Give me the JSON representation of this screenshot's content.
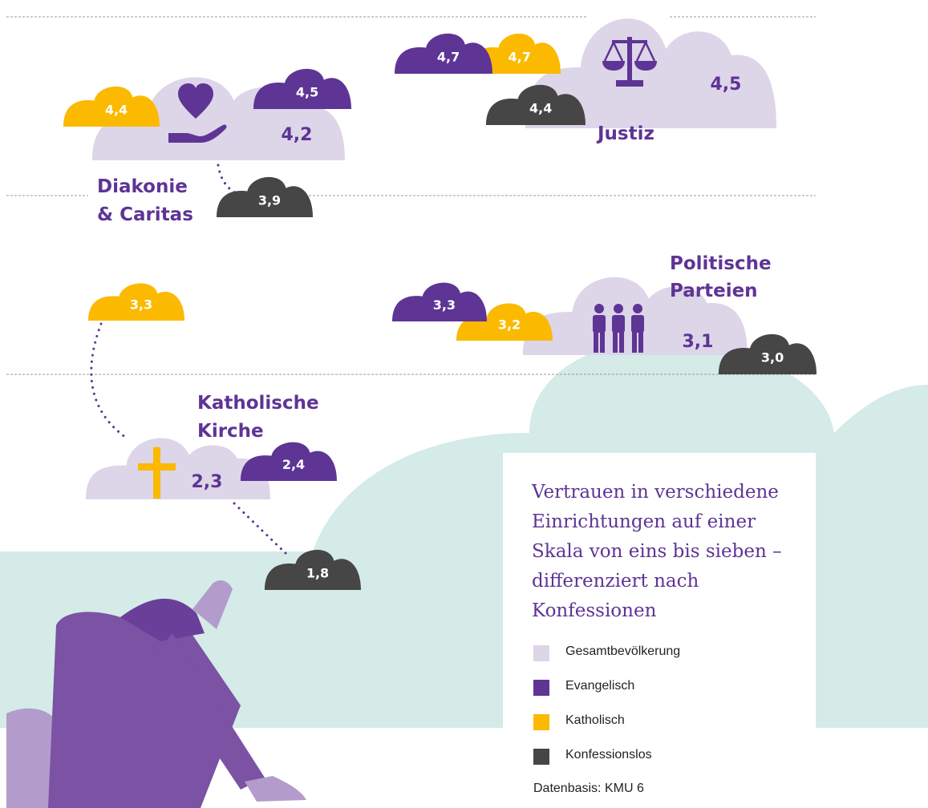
{
  "chart_data": {
    "type": "table",
    "title": "",
    "subtitle": "Vertrauen in verschiedene Einrichtungen auf einer Skala von eins bis sieben – differenziert nach Konfessionen",
    "scale": [
      1,
      7
    ],
    "series": [
      {
        "name": "Gesamtbevölkerung",
        "color": "#ddd5e8",
        "text_color": "#5e3495"
      },
      {
        "name": "Evangelisch",
        "color": "#5e3495",
        "text_color": "#ffffff"
      },
      {
        "name": "Katholisch",
        "color": "#fbb900",
        "text_color": "#ffffff"
      },
      {
        "name": "Konfessionslos",
        "color": "#464646",
        "text_color": "#ffffff"
      }
    ],
    "institutions": [
      {
        "name": "Diakonie & Caritas",
        "name_lines": [
          "Diakonie",
          "& Caritas"
        ],
        "icon": "heart-hand-icon",
        "values": {
          "Gesamtbevölkerung": "4,2",
          "Evangelisch": "4,5",
          "Katholisch": "4,4",
          "Konfessionslos": "3,9"
        }
      },
      {
        "name": "Justiz",
        "name_lines": [
          "Justiz"
        ],
        "icon": "scales-icon",
        "values": {
          "Gesamtbevölkerung": "4,5",
          "Evangelisch": "4,7",
          "Katholisch": "4,7",
          "Konfessionslos": "4,4"
        }
      },
      {
        "name": "Politische Parteien",
        "name_lines": [
          "Politische",
          "Parteien"
        ],
        "icon": "people-icon",
        "values": {
          "Gesamtbevölkerung": "3,1",
          "Evangelisch": "3,3",
          "Katholisch": "3,2",
          "Konfessionslos": "3,0"
        }
      },
      {
        "name": "Katholische Kirche",
        "name_lines": [
          "Katholische",
          "Kirche"
        ],
        "icon": "cross-icon",
        "values": {
          "Gesamtbevölkerung": "2,3",
          "Evangelisch": "2,4",
          "Katholisch": "3,3",
          "Konfessionslos": "1,8"
        }
      }
    ],
    "legend_position": "bottom-right",
    "grid": true
  },
  "source": "Datenbasis: KMU 6",
  "colors": {
    "background_cloud": "#d4ebe8",
    "person": "#7b52a4",
    "person_light": "#b39ccc",
    "gridline": "#999999"
  }
}
